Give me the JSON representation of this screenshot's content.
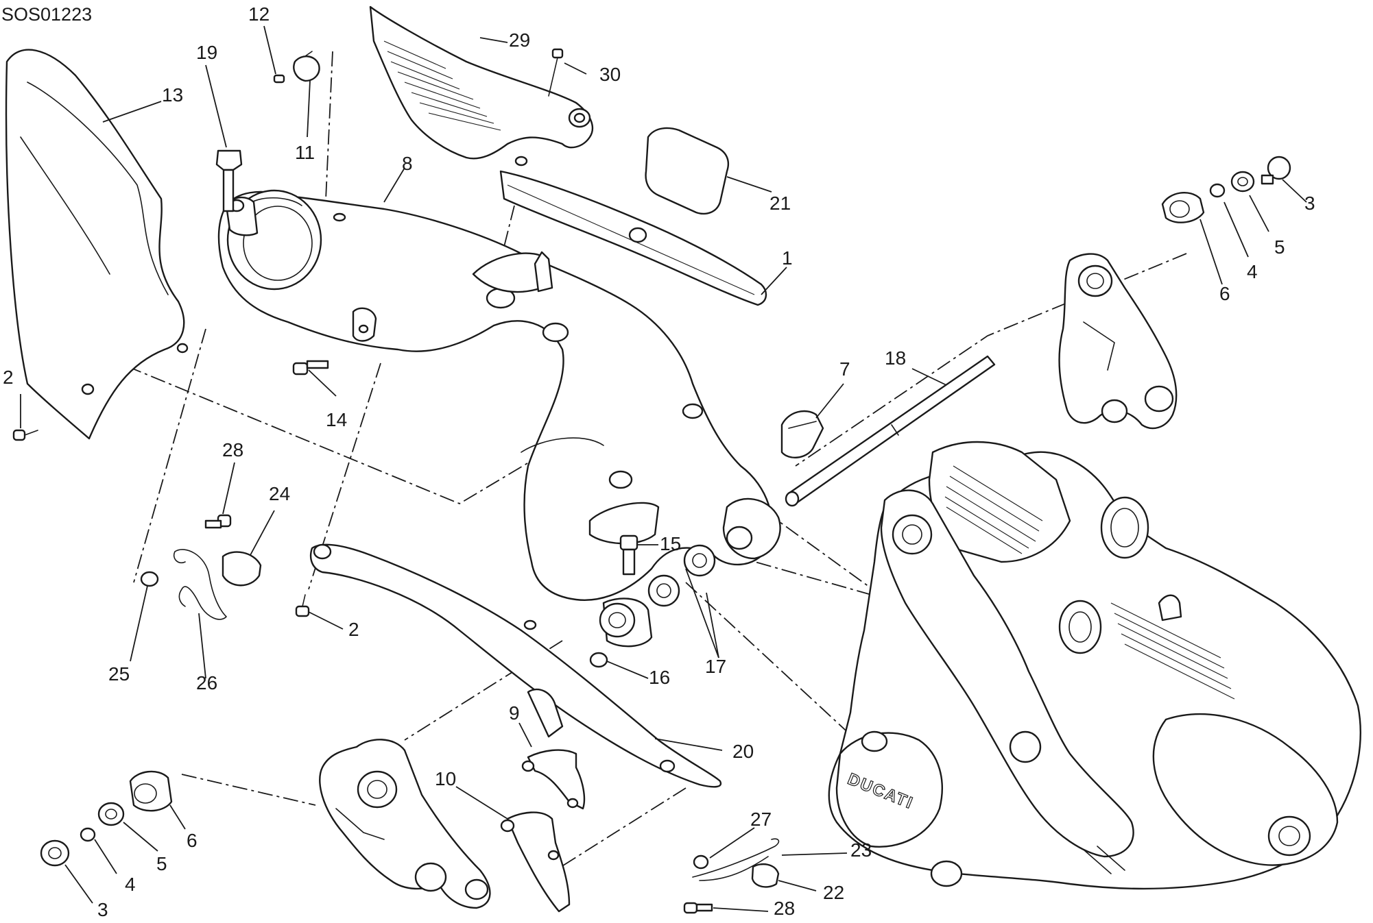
{
  "drawing_code": "SOS01223",
  "brand_mark": "DUCATI",
  "callouts": {
    "c1": "1",
    "c2a": "2",
    "c2b": "2",
    "c3a": "3",
    "c3b": "3",
    "c4a": "4",
    "c4b": "4",
    "c5a": "5",
    "c5b": "5",
    "c6a": "6",
    "c6b": "6",
    "c7": "7",
    "c8": "8",
    "c9": "9",
    "c10": "10",
    "c11": "11",
    "c12": "12",
    "c13": "13",
    "c14": "14",
    "c15": "15",
    "c16": "16",
    "c17": "17",
    "c18": "18",
    "c19": "19",
    "c20": "20",
    "c21": "21",
    "c22": "22",
    "c23": "23",
    "c24": "24",
    "c25": "25",
    "c26": "26",
    "c27": "27",
    "c28a": "28",
    "c28b": "28",
    "c29": "29",
    "c30": "30"
  },
  "colors": {
    "ink": "#1a1a1a",
    "paper": "#ffffff"
  }
}
